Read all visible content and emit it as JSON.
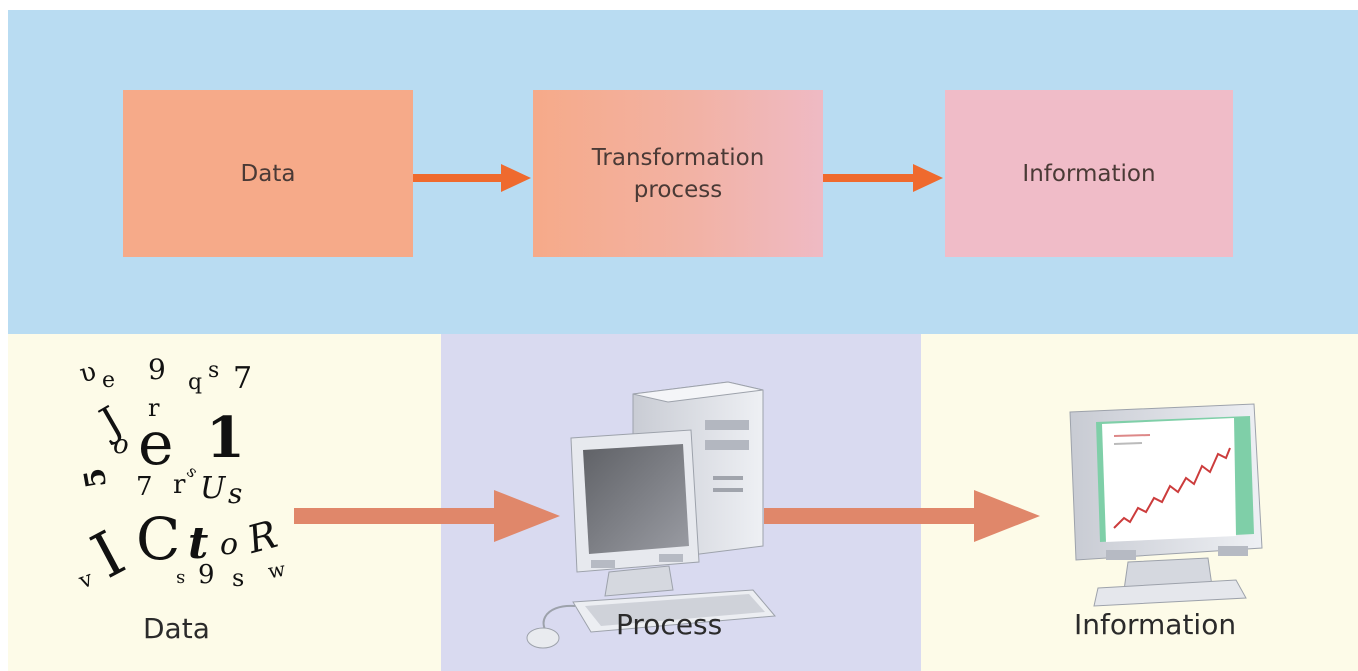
{
  "top_flow": {
    "boxes": [
      {
        "label": "Data"
      },
      {
        "label": "Transformation\nprocess"
      },
      {
        "label": "Information"
      }
    ],
    "arrow_color": "#ef6a2e",
    "colors": {
      "panel": "#b9dcf2",
      "data_box": "#f6aa89",
      "info_box": "#f0bcc8"
    }
  },
  "bottom_flow": {
    "labels": {
      "data": "Data",
      "process": "Process",
      "information": "Information"
    },
    "arrow_color": "#e0876a",
    "colors": {
      "panel": "#fdfbe8",
      "process_band": "#d9daf0"
    },
    "icons": {
      "data": "scattered-characters-icon",
      "process": "desktop-computer-icon",
      "information": "monitor-line-chart-icon"
    },
    "scattered_characters": [
      "υ",
      "e",
      "9",
      "q",
      "s",
      "7",
      "J",
      "r",
      "o",
      "e",
      "1",
      "5",
      "7",
      "r",
      "s",
      "U",
      "s",
      "I",
      "C",
      "t",
      "o",
      "R",
      "v",
      "s",
      "9",
      "s",
      "w"
    ]
  }
}
